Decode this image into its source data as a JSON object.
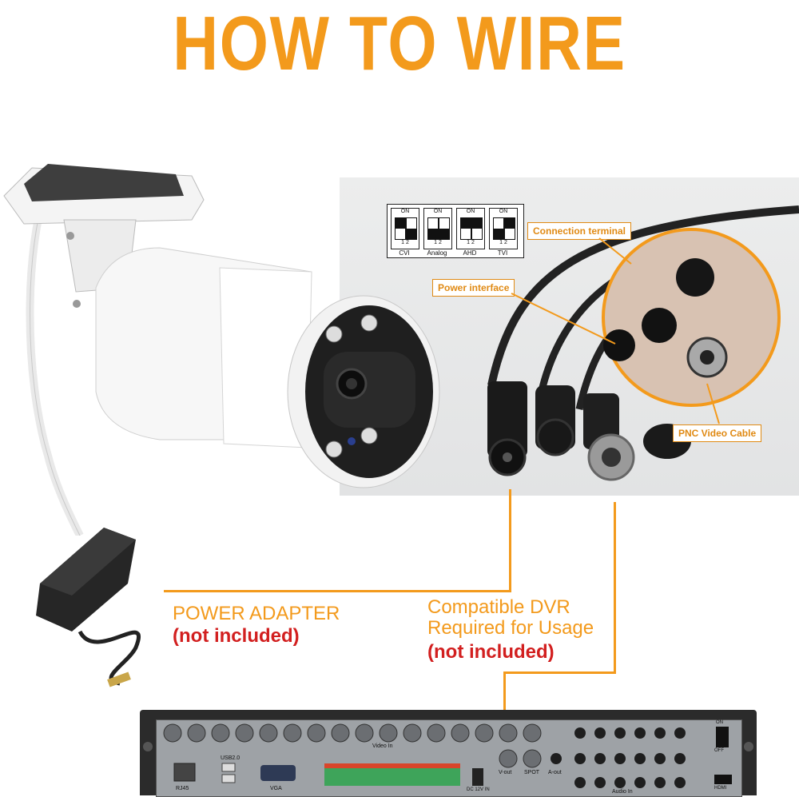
{
  "title": "HOW TO WIRE",
  "dip_switches": [
    {
      "label": "CVI",
      "on": "ON",
      "nums": "1  2"
    },
    {
      "label": "Analog",
      "on": "ON",
      "nums": "1  2"
    },
    {
      "label": "AHD",
      "on": "ON",
      "nums": "1  2"
    },
    {
      "label": "TVI",
      "on": "ON",
      "nums": "1  2"
    }
  ],
  "callouts": {
    "connection_terminal": "Connection terminal",
    "power_interface": "Power interface",
    "video_cable": "PNC Video Cable"
  },
  "power_adapter": {
    "label": "POWER ADAPTER",
    "note": "(not included)"
  },
  "dvr": {
    "line1": "Compatible DVR",
    "line2": "Required for Usage",
    "note": "(not included)",
    "port_labels": {
      "rj45": "RJ45",
      "usb": "USB2.0",
      "vga": "VGA",
      "video_in": "Video In",
      "dc": "DC 12V IN",
      "vout": "V-out",
      "spot": "SPOT",
      "aout": "A-out",
      "audio_in": "Audio In",
      "hdmi": "HDMI",
      "on": "ON",
      "off": "OFF"
    }
  },
  "colors": {
    "accent": "#f39a1c",
    "warning": "#d21f1f"
  }
}
